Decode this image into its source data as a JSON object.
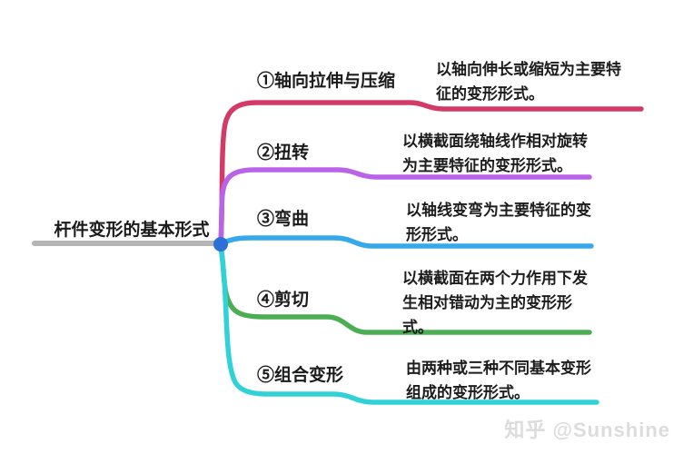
{
  "root": {
    "label": "杆件变形的基本形式",
    "line_color": "#b5b5b5",
    "dot_color": "#2c6fd8"
  },
  "branches": [
    {
      "label": "①轴向拉伸与压缩",
      "color": "#d43a68",
      "desc_lines": [
        "以轴向伸长或缩短为主要特",
        "征的变形形式。"
      ]
    },
    {
      "label": "②扭转",
      "color": "#b964e8",
      "desc_lines": [
        "以横截面绕轴线作相对旋转",
        "为主要特征的变形形式。"
      ]
    },
    {
      "label": "③弯曲",
      "color": "#36a9ea",
      "desc_lines": [
        "以轴线变弯为主要特征的变",
        "形形式。"
      ]
    },
    {
      "label": "④剪切",
      "color": "#4bae53",
      "desc_lines": [
        "以横截面在两个力作用下发",
        "生相对错动为主的变形形",
        "式。"
      ]
    },
    {
      "label": "⑤组合变形",
      "color": "#30d2d8",
      "desc_lines": [
        "由两种或三种不同基本变形",
        "组成的变形形式。"
      ]
    }
  ],
  "watermark": {
    "text": "知乎 @Sunshine"
  }
}
